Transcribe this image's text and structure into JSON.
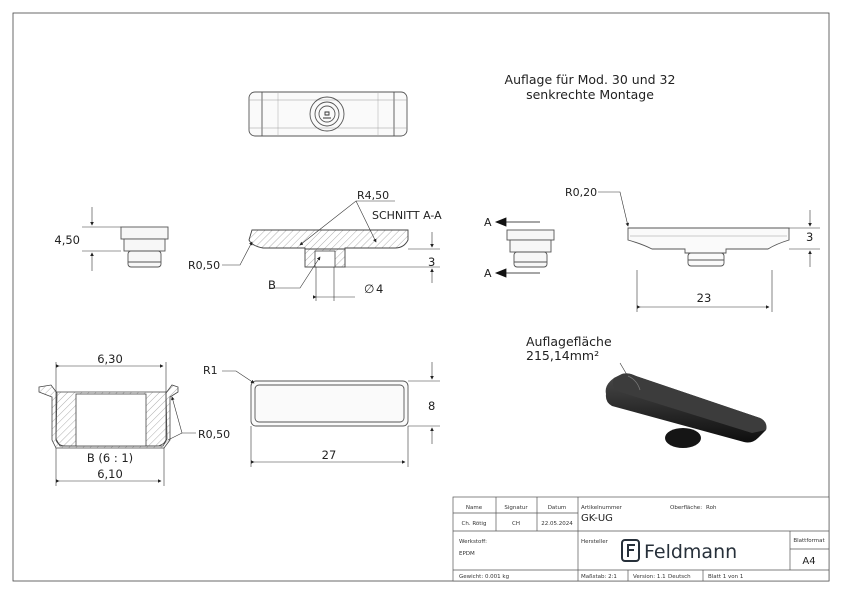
{
  "note": {
    "line1": "Auflage für Mod. 30 und 32",
    "line2": "senkrechte Montage"
  },
  "section": {
    "title": "SCHNITT A-A",
    "radius_top": "R4,50",
    "radius_left": "R0,50",
    "detail_label": "B",
    "height_dim": "3",
    "diameter_symbol": "∅",
    "diameter_value": "4"
  },
  "side_view": {
    "height_dim": "4,50"
  },
  "section_markers": {
    "upper": "A",
    "lower": "A"
  },
  "right_view": {
    "radius": "R0,20",
    "height_dim": "3",
    "length_dim": "23"
  },
  "detail_b": {
    "top_width": "6,30",
    "bottom_width": "6,10",
    "radius": "R0,50",
    "caption": "B (6 : 1)"
  },
  "bottom_view": {
    "radius": "R1",
    "width_dim": "8",
    "length_dim": "27"
  },
  "area_note": {
    "line1": "Auflagefläche",
    "line2": "215,14mm²"
  },
  "title_block": {
    "name_header": "Name",
    "signatur_header": "Signatur",
    "datum_header": "Datum",
    "name_value": "Ch. Rötig",
    "signatur_value": "CH",
    "datum_value": "22.05.2024",
    "artikel_label": "Artikelnummer",
    "artikel_value": "GK-UG",
    "oberflaeche_label": "Oberfläche:",
    "oberflaeche_value": "Roh",
    "werkstoff_label": "Werkstoff:",
    "werkstoff_value": "EPDM",
    "hersteller_label": "Hersteller",
    "brand_name": "Feldmann",
    "blattformat_label": "Blattformat",
    "blattformat_value": "A4",
    "gewicht": "Gewicht: 0.001 kg",
    "massstab": "Maßstab: 2:1",
    "version": "Version: 1.1",
    "sprache": "Deutsch",
    "blatt": "Blatt 1 von 1"
  }
}
